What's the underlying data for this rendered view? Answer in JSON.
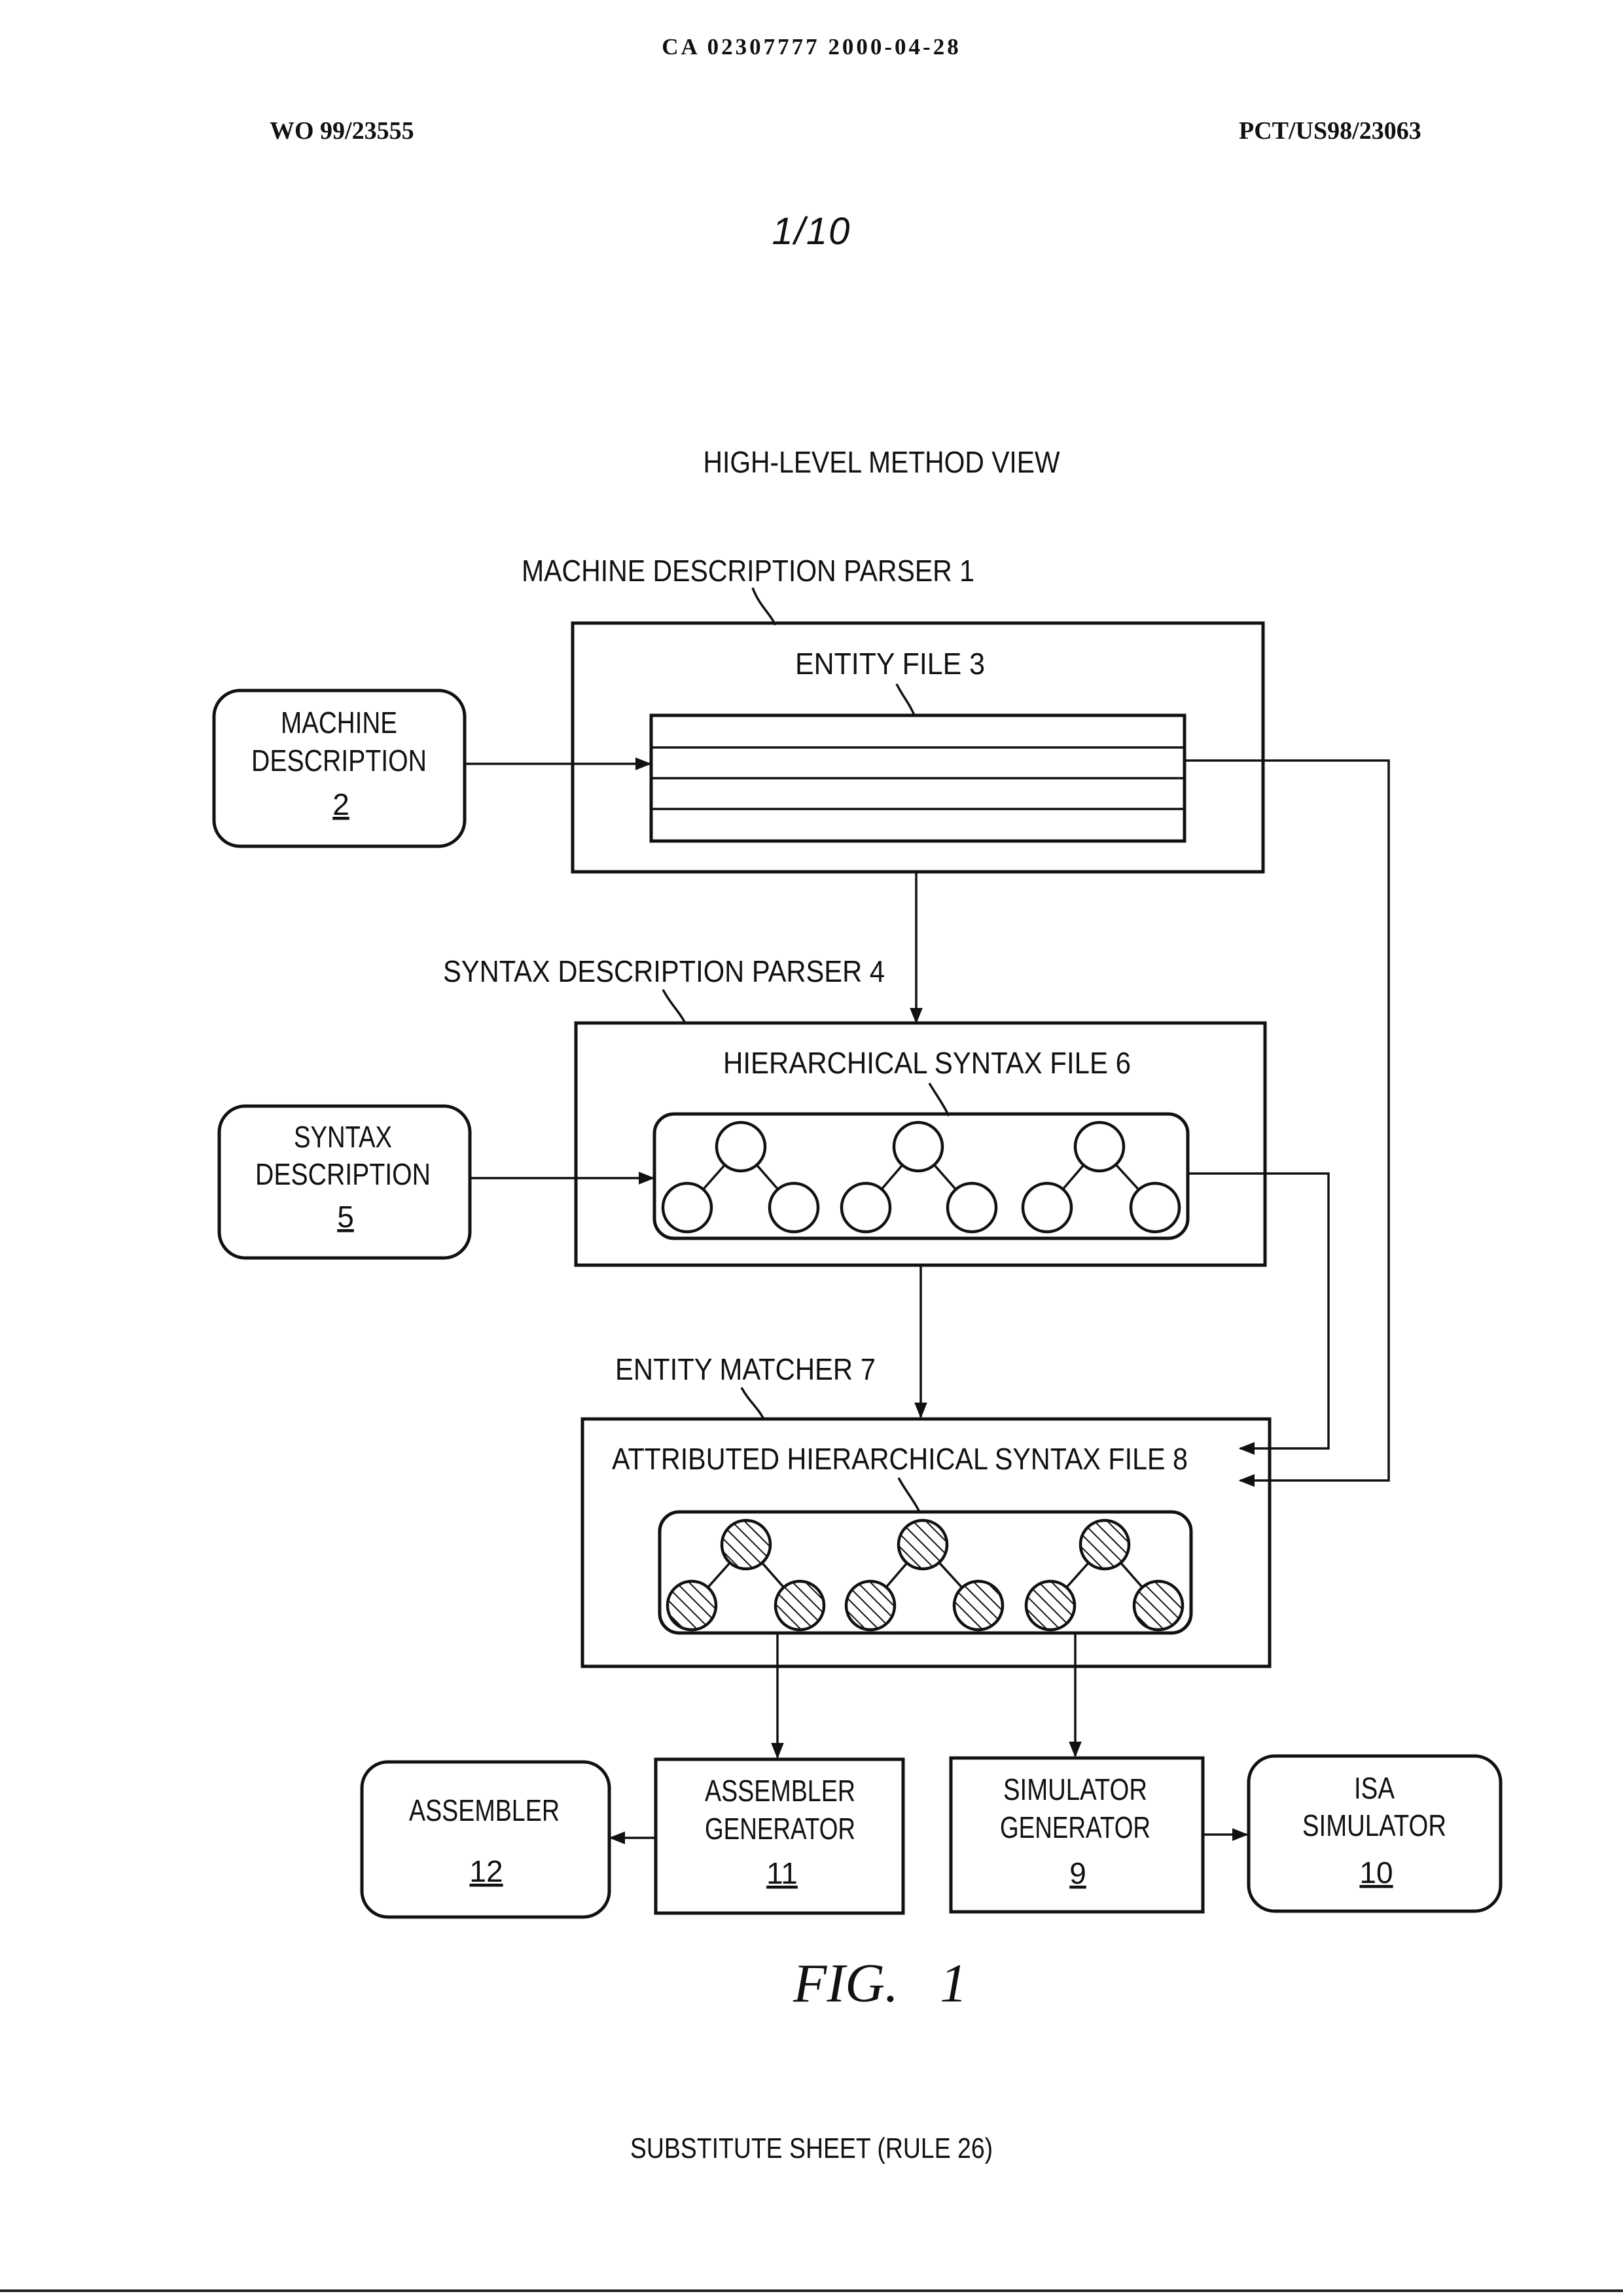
{
  "header": {
    "doc_id": "CA 02307777 2000-04-28",
    "pub_left": "WO 99/23555",
    "pub_right": "PCT/US98/23063",
    "sheet_num": "1/10"
  },
  "diagram": {
    "title": "HIGH-LEVEL METHOD VIEW",
    "machine_parser": "MACHINE DESCRIPTION PARSER 1",
    "entity_file": "ENTITY FILE 3",
    "machine_desc_l1": "MACHINE",
    "machine_desc_l2": "DESCRIPTION",
    "machine_desc_num": "2",
    "syntax_parser": "SYNTAX DESCRIPTION PARSER 4",
    "hier_file": "HIERARCHICAL SYNTAX FILE 6",
    "syntax_desc_l1": "SYNTAX",
    "syntax_desc_l2": "DESCRIPTION",
    "syntax_desc_num": "5",
    "entity_matcher": "ENTITY MATCHER 7",
    "attr_file": "ATTRIBUTED HIERARCHICAL SYNTAX FILE 8",
    "assembler_l1": "ASSEMBLER",
    "assembler_num": "12",
    "asm_gen_l1": "ASSEMBLER",
    "asm_gen_l2": "GENERATOR",
    "asm_gen_num": "11",
    "sim_gen_l1": "SIMULATOR",
    "sim_gen_l2": "GENERATOR",
    "sim_gen_num": "9",
    "isa_sim_l1": "ISA",
    "isa_sim_l2": "SIMULATOR",
    "isa_sim_num": "10",
    "fig_label": "FIG.   1"
  },
  "footer": {
    "text": "SUBSTITUTE SHEET (RULE 26)"
  }
}
